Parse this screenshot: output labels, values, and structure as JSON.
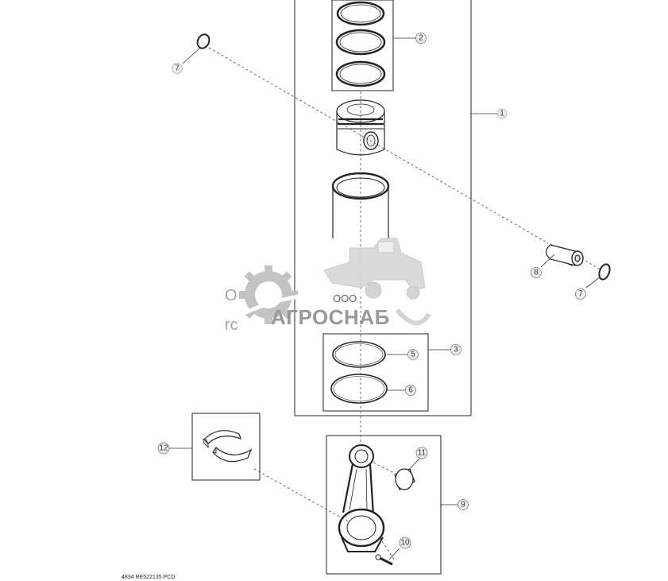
{
  "callouts": {
    "c1": "1",
    "c2": "2",
    "c3": "3",
    "c5": "5",
    "c6": "6",
    "c7a": "7",
    "c7b": "7",
    "c8": "8",
    "c9": "9",
    "c10": "10",
    "c11": "11",
    "c12": "12"
  },
  "watermark": {
    "company_prefix": "ООО",
    "company_name": "АГРОСНАБ",
    "left_fragment_1": "О",
    "left_fragment_2": "rc"
  },
  "drawing_code": "4834  RE522135  PCD",
  "colors": {
    "line": "#2b2b2b",
    "callout_circle": "#eeeeee",
    "watermark_gray": "#c8c8c8"
  }
}
